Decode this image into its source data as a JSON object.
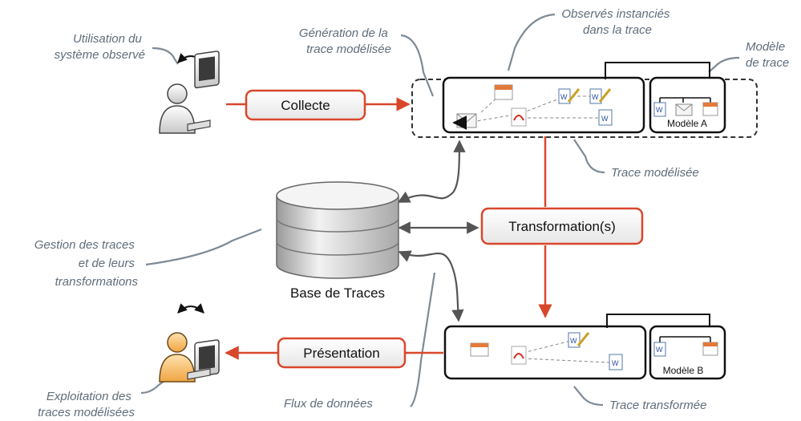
{
  "annotations": {
    "utilisation": [
      "Utilisation du",
      "système observé"
    ],
    "generation": [
      "Génération de la",
      "trace modélisée"
    ],
    "observes": [
      "Observés instanciés",
      "dans la trace"
    ],
    "modele_trace": [
      "Modèle",
      "de trace"
    ],
    "trace_modelisee": "Trace modélisée",
    "gestion": [
      "Gestion des traces",
      "et de leurs",
      "transformations"
    ],
    "exploitation": [
      "Exploitation des",
      "traces modélisées"
    ],
    "flux": "Flux de données",
    "trace_transformee": "Trace transformée"
  },
  "processes": {
    "collecte": "Collecte",
    "transformation": "Transformation(s)",
    "presentation": "Présentation"
  },
  "database": {
    "label": "Base de Traces"
  },
  "models": {
    "a": "Modèle A",
    "b": "Modèle B"
  },
  "colors": {
    "accent": "#d9472b",
    "arrow_gray": "#5c5c5c",
    "note_text": "#5f6d7a",
    "user_orange": "#f5b85a"
  },
  "icons": [
    "user-computer-icon",
    "database-icon",
    "email-icon",
    "calendar-icon",
    "pdf-icon",
    "word-doc-icon",
    "pencil-icon"
  ]
}
